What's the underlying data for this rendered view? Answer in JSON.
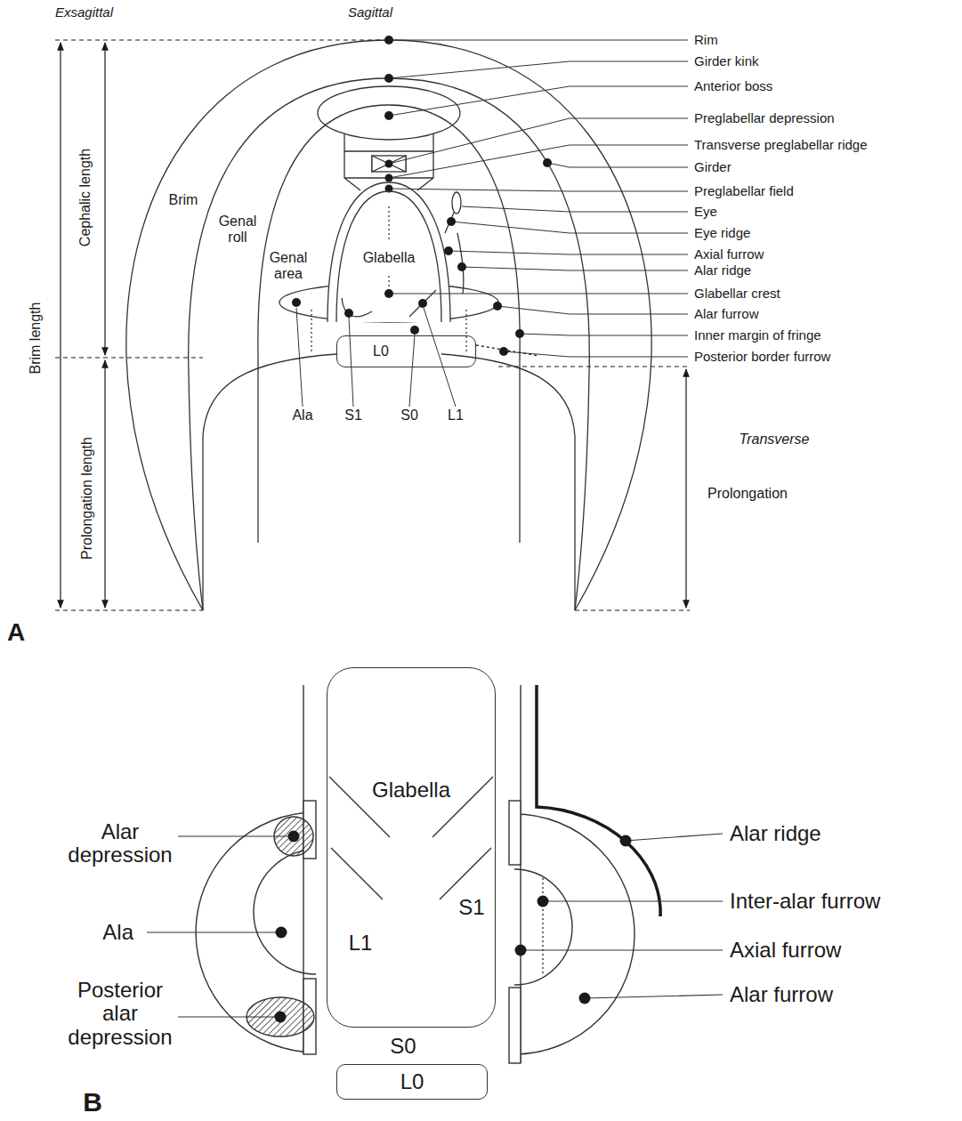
{
  "diagram": {
    "nodes": [
      {
        "text": [
          "Glabella"
        ]
      },
      {
        "text": [
          "L0"
        ]
      },
      {
        "text": [
          "Glabella"
        ]
      },
      {
        "text": [
          "L0"
        ]
      }
    ],
    "labels": [
      "Exsagittal",
      "Sagittal",
      "Rim",
      "Girder kink",
      "Anterior boss",
      "Preglabellar depression",
      "Transverse preglabellar ridge",
      "Girder",
      "Preglabellar field",
      "Eye",
      "Eye ridge",
      "Axial furrow",
      "Alar ridge",
      "Glabellar crest",
      "Alar furrow",
      "Inner margin of fringe",
      "Posterior border furrow",
      "Brim",
      "Genal roll",
      "Genal area",
      "Ala",
      "S1",
      "S0",
      "L1",
      "Transverse",
      "Prolongation",
      "Cephalic length",
      "Brim length",
      "Prolongation length",
      "A",
      "Alar depression",
      "Ala",
      "Posterior alar depression",
      "S1",
      "L1",
      "S0",
      "Alar ridge",
      "Inter-alar furrow",
      "Axial furrow",
      "Alar furrow",
      "B"
    ]
  }
}
